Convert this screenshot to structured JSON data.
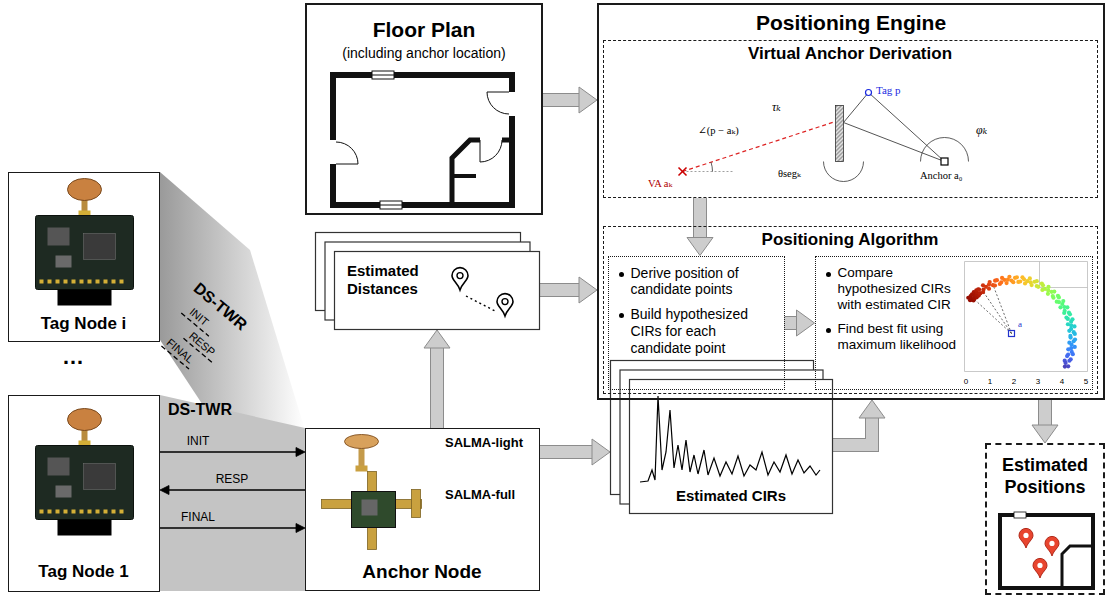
{
  "diagram": {
    "nodes": [
      {
        "text": [
          "Tag Node i"
        ]
      },
      {
        "text": [
          "Tag Node 1"
        ]
      },
      {
        "text": [
          "Floor Plan",
          "(including anchor location)"
        ]
      },
      {
        "text": [
          "Estimated Distances"
        ]
      },
      {
        "text": [
          "Anchor Node",
          "SALMA-light",
          "SALMA-full"
        ]
      },
      {
        "text": [
          "Estimated CIRs"
        ]
      },
      {
        "text": [
          "Positioning Engine"
        ]
      },
      {
        "text": [
          "Virtual Anchor Derivation"
        ],
        "in": 6
      },
      {
        "text": [
          "Positioning Algorithm"
        ],
        "in": 6
      },
      {
        "text": [
          "Derive position of candidate points",
          "Build hypothesized CIRs for each candidate point"
        ],
        "in": 8
      },
      {
        "text": [
          "Compare hypothesized CIRs with estimated CIR",
          "Find best fit using maximum likelihood"
        ],
        "in": 8
      },
      {
        "text": [
          "Estimated Positions"
        ]
      }
    ],
    "edges": [
      {
        "from": 2,
        "to": 6,
        "arrow": "to"
      },
      {
        "from": 3,
        "to": 6,
        "arrow": "to"
      },
      {
        "from": 4,
        "to": 3,
        "arrow": "to"
      },
      {
        "from": 4,
        "to": 5,
        "arrow": "to"
      },
      {
        "from": 5,
        "to": 6,
        "arrow": "to"
      },
      {
        "from": 7,
        "to": 9,
        "arrow": "to"
      },
      {
        "from": 9,
        "to": 10,
        "arrow": "to"
      },
      {
        "from": 6,
        "to": 11,
        "arrow": "to"
      },
      {
        "from": 1,
        "to": 4,
        "label": "INIT",
        "arrow": "to"
      },
      {
        "from": 4,
        "to": 1,
        "label": "RESP",
        "arrow": "to"
      },
      {
        "from": 1,
        "to": 4,
        "label": "FINAL",
        "arrow": "to"
      }
    ],
    "labels": [
      "DS-TWR",
      "INIT",
      "RESP",
      "FINAL",
      "…",
      "DS-TWR",
      "Tag p",
      "τₖ",
      "∠(p − aₖ)",
      "VA aₖ",
      "θsegₖ",
      "φₖ",
      "Anchor a₀",
      "a",
      "0",
      "1",
      "2",
      "3",
      "4",
      "5"
    ]
  }
}
